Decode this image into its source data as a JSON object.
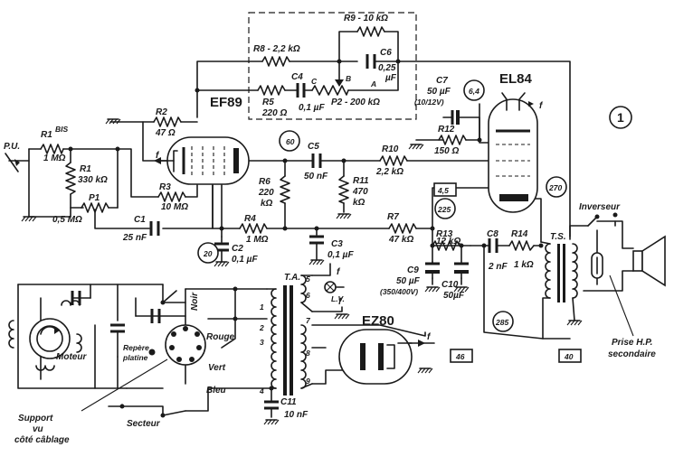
{
  "tubes": {
    "ef89": "EF89",
    "el84": "EL84",
    "ez80": "EZ80"
  },
  "figure_number": "1",
  "components": {
    "r1bis": {
      "name": "R1",
      "sup": "BIS",
      "value": "1 MΩ"
    },
    "r1": {
      "name": "R1",
      "value": "330 kΩ"
    },
    "p1": {
      "name": "P1",
      "value": "0,5 MΩ"
    },
    "r2": {
      "name": "R2",
      "value": "47 Ω"
    },
    "r3": {
      "name": "R3",
      "value": "10 MΩ"
    },
    "r4": {
      "name": "R4",
      "value": "1 MΩ"
    },
    "r5": {
      "name": "R5",
      "value": "220 Ω"
    },
    "r6": {
      "name": "R6",
      "value1": "220",
      "value2": "kΩ"
    },
    "r7": {
      "name": "R7",
      "value": "47 kΩ"
    },
    "r8": {
      "label": "R8 - 2,2 kΩ"
    },
    "r9": {
      "label": "R9 - 10 kΩ"
    },
    "r10": {
      "name": "R10",
      "value": "2,2 kΩ"
    },
    "r11": {
      "name": "R11",
      "value1": "470",
      "value2": "kΩ"
    },
    "r12": {
      "name": "R12",
      "value": "150 Ω"
    },
    "r13": {
      "name": "R13",
      "value": "12 kΩ"
    },
    "r14": {
      "name": "R14",
      "value": "1 kΩ"
    },
    "p2": {
      "label": "P2 - 200 kΩ",
      "a": "A",
      "b": "B",
      "c": "C"
    },
    "c1": {
      "name": "C1",
      "value": "25 nF"
    },
    "c2": {
      "name": "C2",
      "value": "0,1 µF"
    },
    "c3": {
      "name": "C3",
      "value": "0,1 µF"
    },
    "c4": {
      "name": "C4",
      "value": "0,1 µF"
    },
    "c5": {
      "name": "C5",
      "value": "50 nF"
    },
    "c6": {
      "name": "C6",
      "value1": "0,25",
      "value2": "µF"
    },
    "c7": {
      "name": "C7",
      "value": "50 µF",
      "rating": "(10/12V)"
    },
    "c8": {
      "name": "C8",
      "value": "2 nF"
    },
    "c9": {
      "name": "C9",
      "value": "50 µF",
      "rating": "(350/400V)"
    },
    "c10": {
      "name": "C10",
      "value": "50µF"
    },
    "c11": {
      "name": "C11",
      "value": "10 nF"
    }
  },
  "voltages": {
    "v60": "60",
    "v64": "6,4",
    "v270": "270",
    "v45": "4,5",
    "v225": "225",
    "v20": "20",
    "v285": "285",
    "v46": "46",
    "v40": "40"
  },
  "labels": {
    "pu": "P.U.",
    "heater_f": "f",
    "ta": "T.A.",
    "ts": "T.S.",
    "lv": "L.V.",
    "inverseur": "Inverseur",
    "prise_hp": "Prise H.P.",
    "secondaire": "secondaire",
    "moteur": "Moteur",
    "noir": "Noir",
    "rouge": "Rouge",
    "vert": "Vert",
    "bleu": "Bleu",
    "repere": "Repère",
    "platine": "platine",
    "support": "Support",
    "vu": "vu",
    "cote": "côté câblage",
    "secteur": "Secteur",
    "pins": [
      "1",
      "2",
      "3",
      "4",
      "5",
      "6",
      "7",
      "8",
      "9"
    ]
  }
}
